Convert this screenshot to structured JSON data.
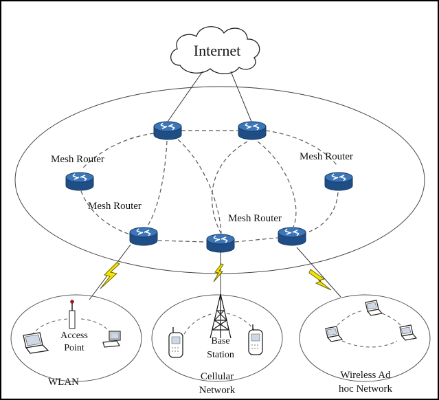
{
  "colors": {
    "router_body": "#1f4e86",
    "router_top": "#3d76b7",
    "router_edge": "#163a66",
    "lightning_fill": "#f3e500",
    "lightning_stroke": "#6b6300",
    "line": "#333333",
    "dashed": "#555555"
  },
  "cloud": {
    "label": "Internet",
    "icon": "cloud-icon"
  },
  "mesh": {
    "router_icon": "router-icon",
    "labels": {
      "top_left": "Mesh Router",
      "top_right": "Mesh Router",
      "mid_left": "Mesh Router",
      "bottom_right": "Mesh Router"
    }
  },
  "networks": {
    "wlan": {
      "device_label_line1": "Access",
      "device_label_line2": "Point",
      "name": "WLAN"
    },
    "cellular": {
      "device_label_line1": "Base",
      "device_label_line2": "Station",
      "name_line1": "Cellular",
      "name_line2": "Network"
    },
    "adhoc": {
      "name_line1": "Wireless Ad",
      "name_line2": "hoc Network"
    }
  }
}
